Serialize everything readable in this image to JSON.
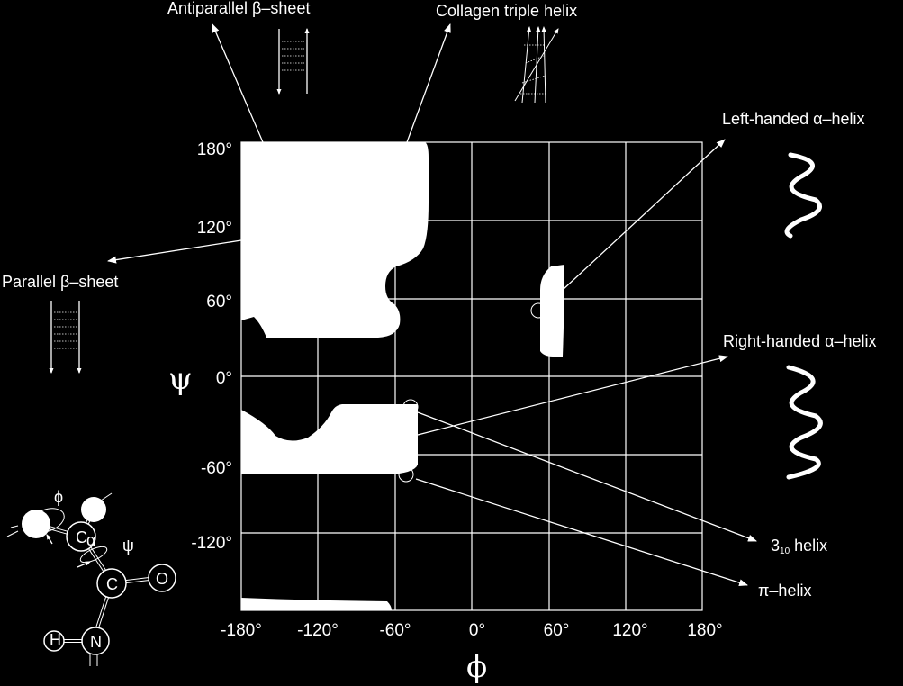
{
  "labels": {
    "antiparallel": "Antiparallel β–sheet",
    "collagen": "Collagen triple helix",
    "left_handed": "Left-handed α–helix",
    "right_handed": "Right-handed α–helix",
    "parallel": "Parallel β–sheet",
    "helix_310_base": "3",
    "helix_310_sub": "10",
    "helix_310_rest": " helix",
    "pi_helix": "π–helix"
  },
  "axes": {
    "x_symbol": "ϕ",
    "y_symbol": "ψ",
    "x_ticks": [
      "-180°",
      "-120°",
      "-60°",
      "0°",
      "60°",
      "120°",
      "180°"
    ],
    "y_ticks": [
      "180°",
      "120°",
      "60°",
      "0°",
      "-60°",
      "-120°"
    ]
  },
  "molecule": {
    "phi": "ϕ",
    "psi": "ψ",
    "ca": "C",
    "ca_sub": "α",
    "c": "C",
    "o": "O",
    "n": "N",
    "h": "H"
  }
}
